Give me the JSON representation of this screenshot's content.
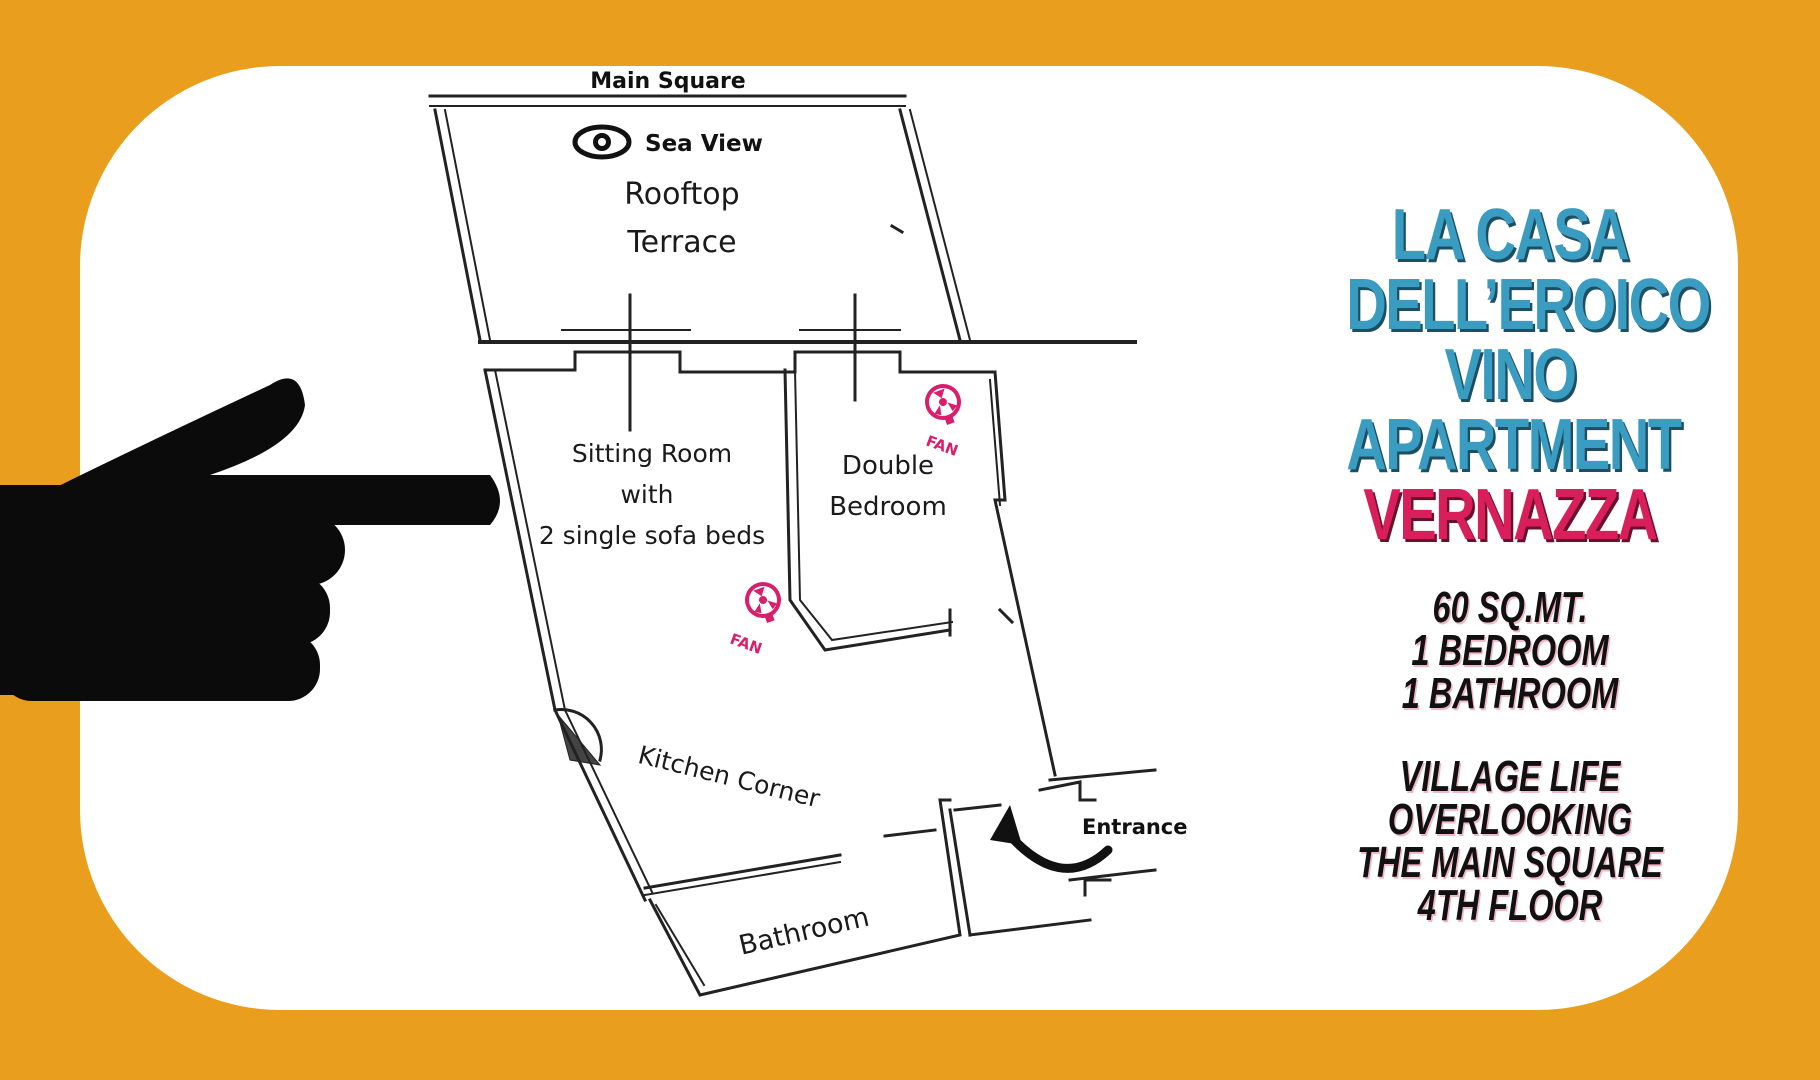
{
  "plan": {
    "main_square": "Main Square",
    "sea_view": "Sea View",
    "rooftop_line1": "Rooftop",
    "rooftop_line2": "Terrace",
    "sitting_line1": "Sitting Room",
    "sitting_line2": "with",
    "sitting_line3": "2 single sofa beds",
    "double_line1": "Double",
    "double_line2": "Bedroom",
    "kitchen": "Kitchen Corner",
    "bathroom": "Bathroom",
    "entrance": "Entrance",
    "fan_label": "FAN"
  },
  "title": {
    "line1": "LA CASA",
    "line2": "DELL’EROICO",
    "line3": "VINO",
    "line4": "APARTMENT",
    "line5": "VERNAZZA"
  },
  "facts": {
    "line1": "60 SQ.MT.",
    "line2": "1 BEDROOM",
    "line3": "1 BATHROOM",
    "line4": "VILLAGE LIFE",
    "line5": "OVERLOOKING",
    "line6": "THE MAIN SQUARE",
    "line7": "4TH FLOOR"
  },
  "colors": {
    "background": "#E99E1E",
    "title_blue": "#3A9CC0",
    "title_pink": "#D81F5C",
    "fan_pink": "#D81F6B"
  },
  "icons": [
    "eye-icon",
    "fan-icon",
    "pointing-hand-icon",
    "curved-arrow-icon"
  ]
}
